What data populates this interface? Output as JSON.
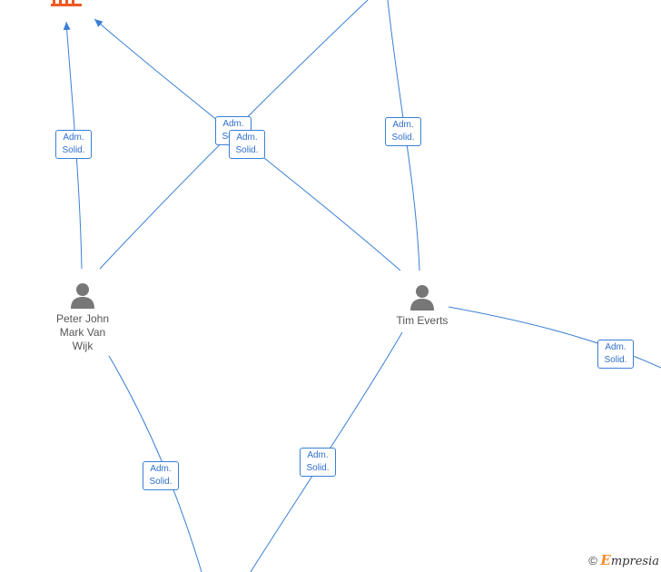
{
  "relation": {
    "line1": "Adm.",
    "line2": "Solid."
  },
  "people": {
    "peter": "Peter John\nMark Van\nWijk",
    "tim": "Tim Everts"
  },
  "footer": {
    "copyright": "©",
    "brand_initial": "E",
    "brand_rest": "mpresia"
  },
  "colors": {
    "edge": "#3a7fd5",
    "company_icon": "#ee5a24",
    "person_icon": "#777777",
    "brand_accent": "#f28c28"
  }
}
